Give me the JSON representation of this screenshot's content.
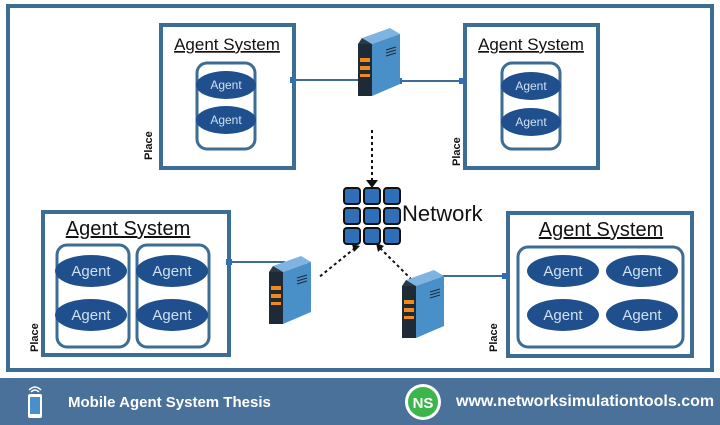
{
  "diagram": {
    "network_label": "Network",
    "place_label": "Place",
    "agent_system_label": "Agent System",
    "agent_label": "Agent",
    "top_left": {
      "title": "Agent System",
      "agents": [
        "Agent",
        "Agent"
      ],
      "place": "Place"
    },
    "top_right": {
      "title": "Agent System",
      "agents": [
        "Agent",
        "Agent"
      ],
      "place": "Place"
    },
    "bottom_left": {
      "title": "Agent System",
      "agents": [
        "Agent",
        "Agent",
        "Agent",
        "Agent"
      ],
      "place": "Place"
    },
    "bottom_right": {
      "title": "Agent System",
      "agents": [
        "Agent",
        "Agent",
        "Agent",
        "Agent"
      ],
      "place": "Place"
    }
  },
  "footer": {
    "title": "Mobile Agent System Thesis",
    "logo_text": "NS",
    "url": "www.networksimulationtools.com"
  },
  "colors": {
    "border": "#3d6d94",
    "agent_fill": "#1f4f8c",
    "server_body": "#4a90c8",
    "server_dark": "#1e2a36",
    "server_orange": "#f08a1c",
    "footer_bg": "#4a7199",
    "logo_green": "#3cb54a"
  }
}
